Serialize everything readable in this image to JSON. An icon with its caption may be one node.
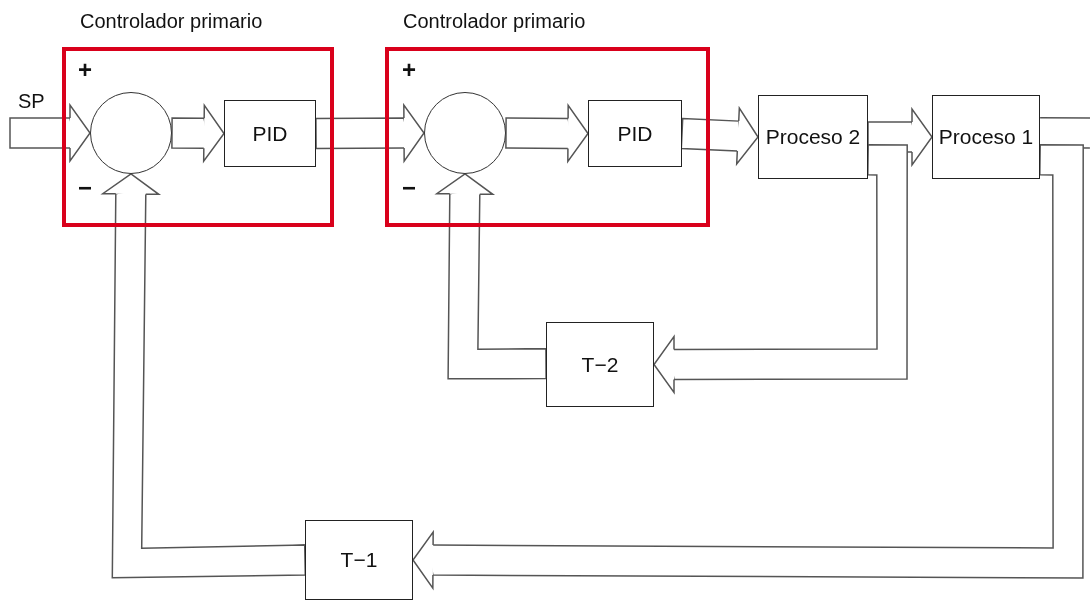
{
  "diagram": {
    "nodes": [
      {
        "text": [
          "Controlador primario"
        ]
      },
      {
        "text": [],
        "shape": "circle",
        "in": 0
      },
      {
        "text": [
          "PID"
        ],
        "in": 0
      },
      {
        "text": [
          "Controlador primario"
        ]
      },
      {
        "text": [],
        "shape": "circle",
        "in": 3
      },
      {
        "text": [
          "PID"
        ],
        "in": 3
      },
      {
        "text": [
          "Proceso 2"
        ]
      },
      {
        "text": [
          "Proceso 1"
        ]
      },
      {
        "text": [
          "T−2"
        ]
      },
      {
        "text": [
          "T−1"
        ]
      }
    ],
    "edges": [
      {
        "from": null,
        "to": 1,
        "arrow": "to",
        "label": "SP"
      },
      {
        "from": 1,
        "to": 2,
        "arrow": "to"
      },
      {
        "from": 2,
        "to": 4,
        "arrow": "to"
      },
      {
        "from": 4,
        "to": 5,
        "arrow": "to"
      },
      {
        "from": 5,
        "to": 6,
        "arrow": "to"
      },
      {
        "from": 6,
        "to": 7,
        "arrow": "to"
      },
      {
        "from": 6,
        "to": 8,
        "arrow": "to"
      },
      {
        "from": 8,
        "to": 4,
        "arrow": "to"
      },
      {
        "from": 7,
        "to": null,
        "arrow": "none"
      },
      {
        "from": 7,
        "to": 9,
        "arrow": "to"
      },
      {
        "from": 9,
        "to": 1,
        "arrow": "to"
      }
    ],
    "labels": [
      "+",
      "−",
      "+",
      "−"
    ]
  }
}
